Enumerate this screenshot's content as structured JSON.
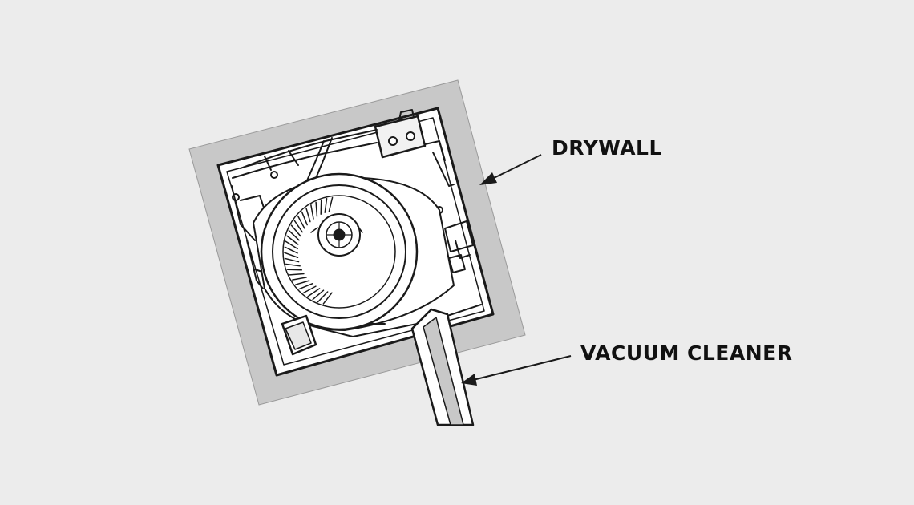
{
  "colors": {
    "background": "#ececec",
    "drywall": "#c8c8c8",
    "fan_panel": "#ffffff",
    "line": "#1a1a1a"
  },
  "labels": {
    "drywall": "DRYWALL",
    "vacuum_cleaner": "VACUUM CLEANER"
  },
  "icons": [
    "arrow-drywall",
    "arrow-vacuum",
    "fan-blower-wheel",
    "vacuum-nozzle"
  ]
}
